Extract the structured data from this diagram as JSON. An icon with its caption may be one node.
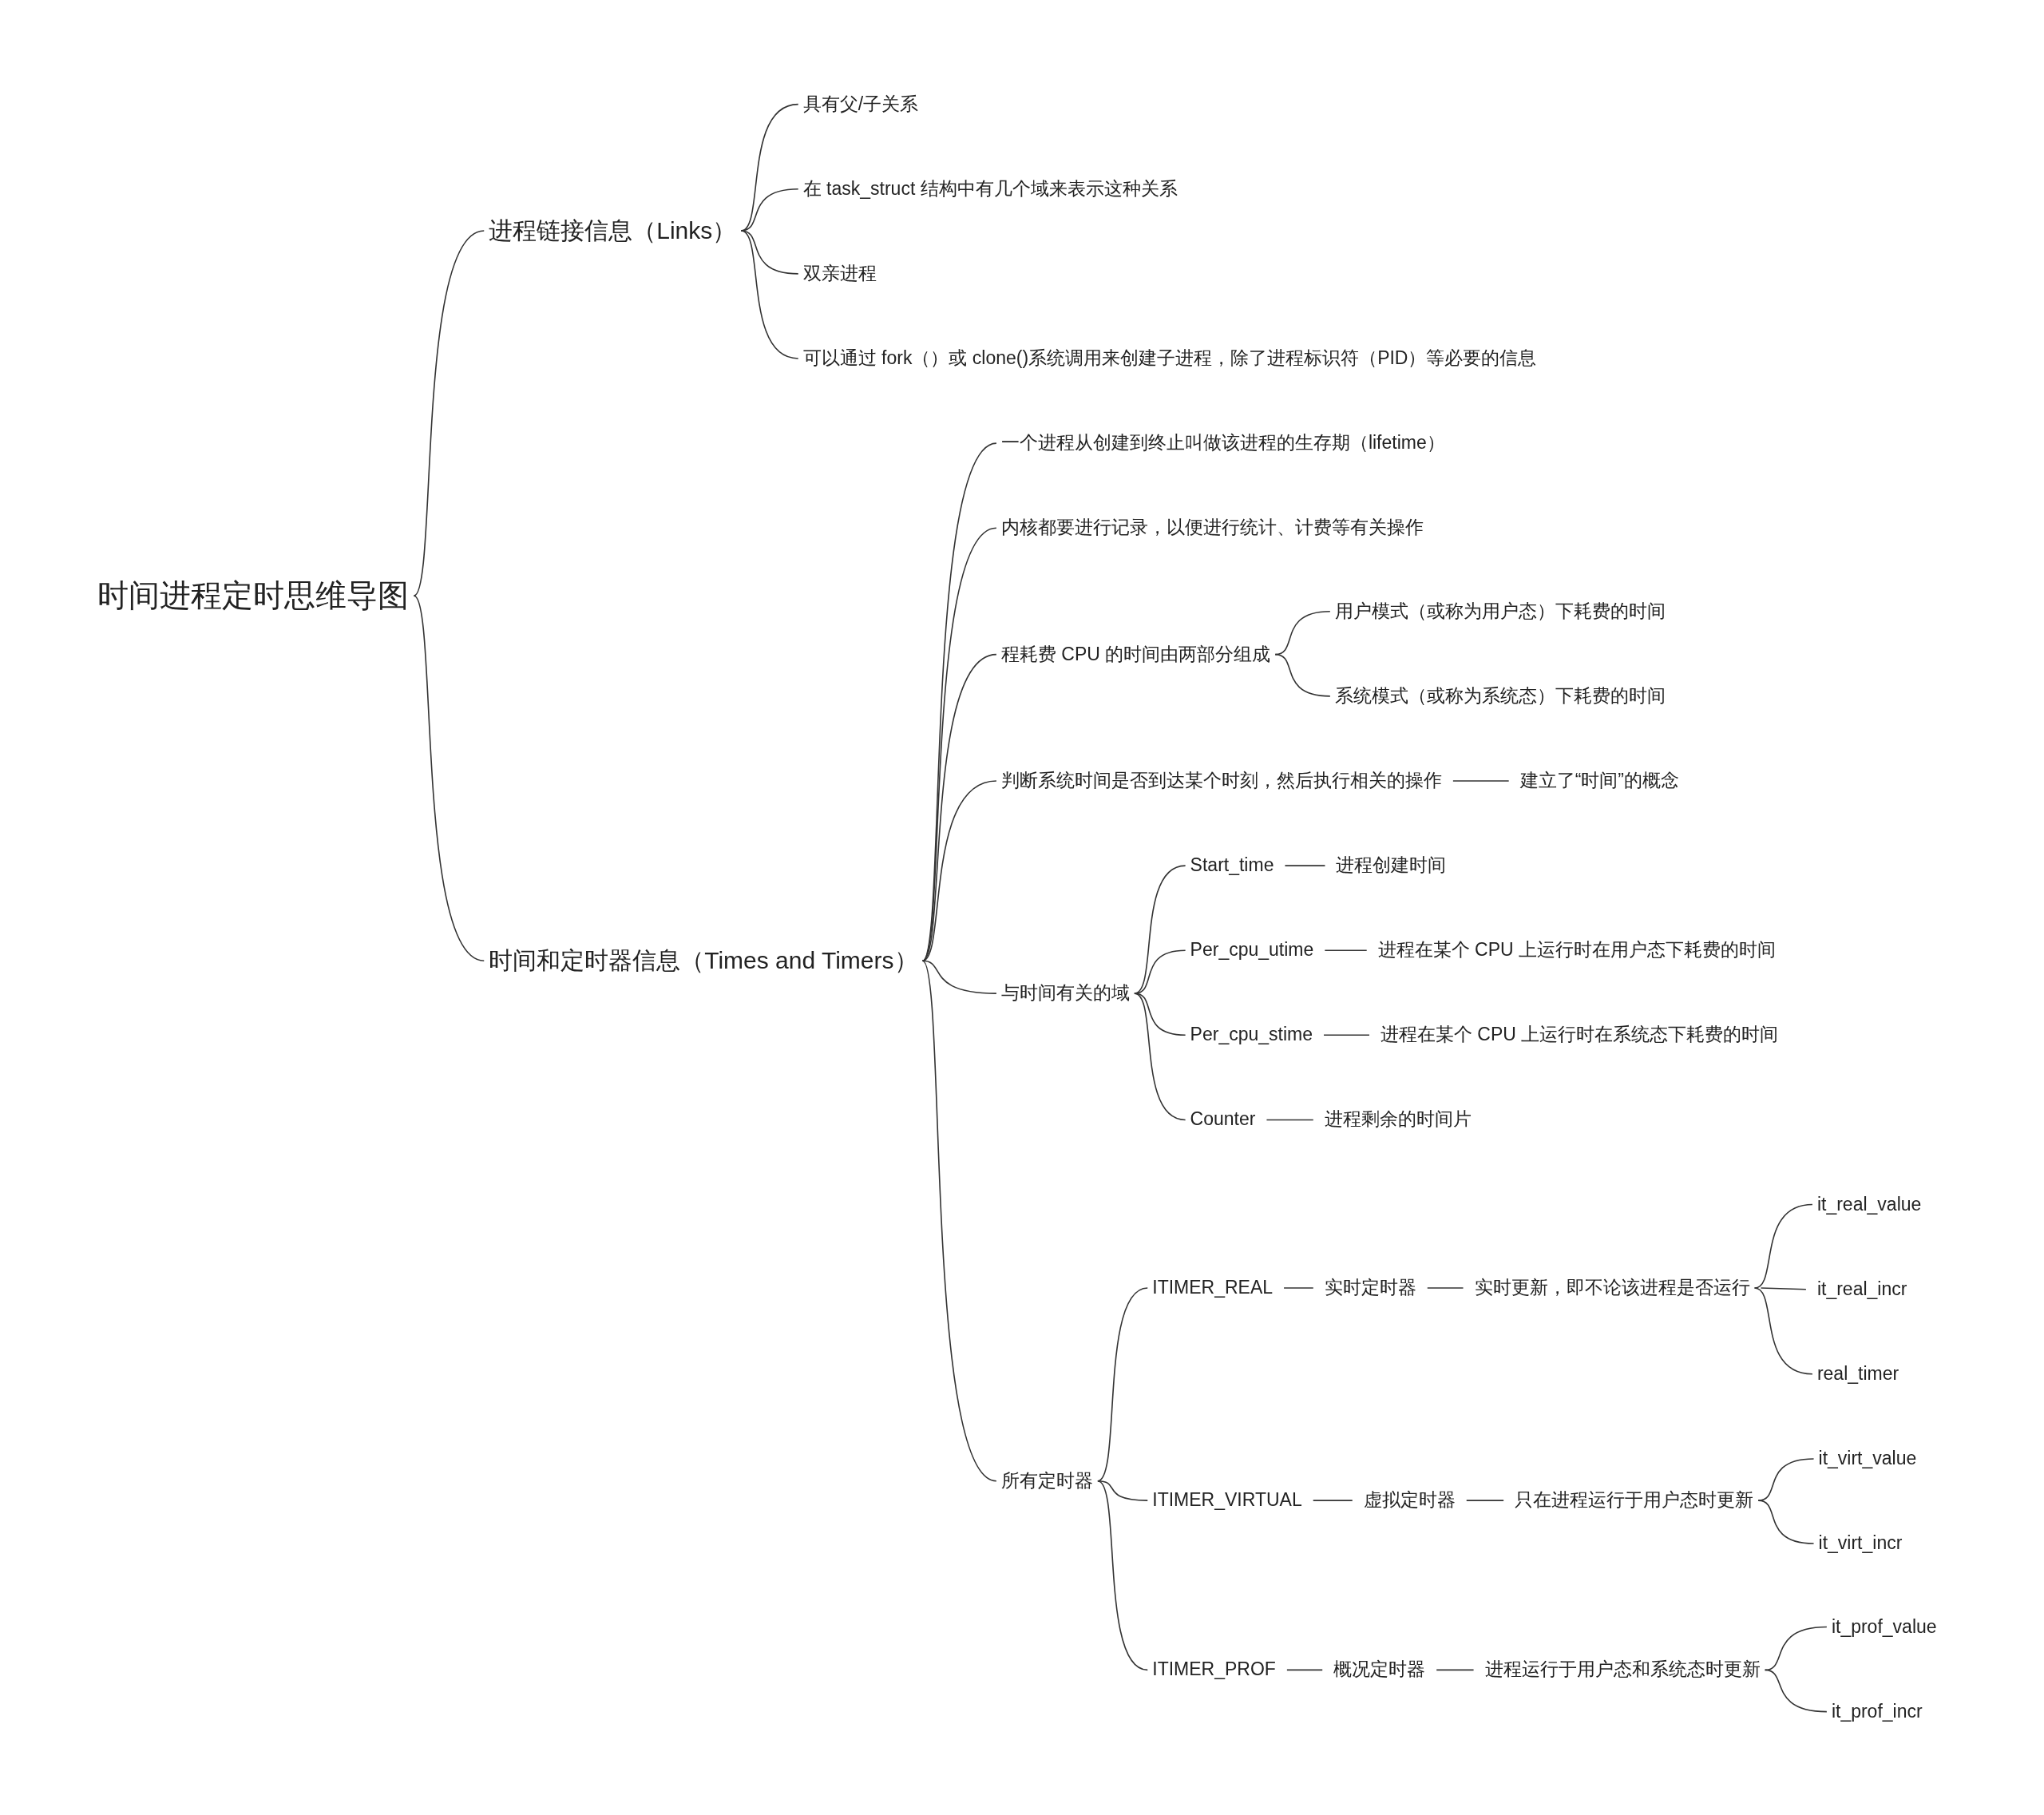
{
  "diagram": {
    "nodes": [
      {
        "text": [
          "时间进程定时思维导图"
        ]
      },
      {
        "text": [
          "进程链接信息（Links）"
        ]
      },
      {
        "text": [
          "具有父/子关系"
        ]
      },
      {
        "text": [
          "在 task_struct 结构中有几个域来表示这种关系"
        ]
      },
      {
        "text": [
          "双亲进程"
        ]
      },
      {
        "text": [
          "可以通过 fork（）或 clone()系统调用来创建子进程，除了进程标识符（PID）等必要的信息"
        ]
      },
      {
        "text": [
          "时间和定时器信息（Times and Timers）"
        ]
      },
      {
        "text": [
          "一个进程从创建到终止叫做该进程的生存期（lifetime）"
        ]
      },
      {
        "text": [
          "内核都要进行记录，以便进行统计、计费等有关操作"
        ]
      },
      {
        "text": [
          "程耗费 CPU 的时间由两部分组成"
        ]
      },
      {
        "text": [
          "用户模式（或称为用户态）下耗费的时间"
        ]
      },
      {
        "text": [
          "系统模式（或称为系统态）下耗费的时间"
        ]
      },
      {
        "text": [
          "判断系统时间是否到达某个时刻，然后执行相关的操作"
        ]
      },
      {
        "text": [
          "建立了“时间”的概念"
        ]
      },
      {
        "text": [
          "与时间有关的域"
        ]
      },
      {
        "text": [
          "Start_time"
        ]
      },
      {
        "text": [
          "进程创建时间"
        ]
      },
      {
        "text": [
          "Per_cpu_utime"
        ]
      },
      {
        "text": [
          "进程在某个 CPU 上运行时在用户态下耗费的时间"
        ]
      },
      {
        "text": [
          "Per_cpu_stime"
        ]
      },
      {
        "text": [
          "进程在某个 CPU 上运行时在系统态下耗费的时间"
        ]
      },
      {
        "text": [
          "Counter"
        ]
      },
      {
        "text": [
          "进程剩余的时间片"
        ]
      },
      {
        "text": [
          "所有定时器"
        ]
      },
      {
        "text": [
          "ITIMER_REAL"
        ]
      },
      {
        "text": [
          "实时定时器"
        ]
      },
      {
        "text": [
          "实时更新，即不论该进程是否运行"
        ]
      },
      {
        "text": [
          "it_real_value"
        ]
      },
      {
        "text": [
          "it_real_incr"
        ]
      },
      {
        "text": [
          "real_timer"
        ]
      },
      {
        "text": [
          "ITIMER_VIRTUAL"
        ]
      },
      {
        "text": [
          "虚拟定时器"
        ]
      },
      {
        "text": [
          "只在进程运行于用户态时更新"
        ]
      },
      {
        "text": [
          "it_virt_value"
        ]
      },
      {
        "text": [
          "it_virt_incr"
        ]
      },
      {
        "text": [
          "ITIMER_PROF"
        ]
      },
      {
        "text": [
          "概况定时器"
        ]
      },
      {
        "text": [
          "进程运行于用户态和系统态时更新"
        ]
      },
      {
        "text": [
          "it_prof_value"
        ]
      },
      {
        "text": [
          "it_prof_incr"
        ]
      }
    ],
    "edges": [
      {
        "from": 0,
        "to": 1,
        "arrow": "none"
      },
      {
        "from": 1,
        "to": 2,
        "arrow": "none"
      },
      {
        "from": 1,
        "to": 3,
        "arrow": "none"
      },
      {
        "from": 1,
        "to": 4,
        "arrow": "none"
      },
      {
        "from": 1,
        "to": 5,
        "arrow": "none"
      },
      {
        "from": 0,
        "to": 6,
        "arrow": "none"
      },
      {
        "from": 6,
        "to": 7,
        "arrow": "none"
      },
      {
        "from": 6,
        "to": 8,
        "arrow": "none"
      },
      {
        "from": 6,
        "to": 9,
        "arrow": "none"
      },
      {
        "from": 9,
        "to": 10,
        "arrow": "none"
      },
      {
        "from": 9,
        "to": 11,
        "arrow": "none"
      },
      {
        "from": 6,
        "to": 12,
        "arrow": "none"
      },
      {
        "from": 12,
        "to": 13,
        "arrow": "none"
      },
      {
        "from": 6,
        "to": 14,
        "arrow": "none"
      },
      {
        "from": 14,
        "to": 15,
        "arrow": "none"
      },
      {
        "from": 15,
        "to": 16,
        "arrow": "none"
      },
      {
        "from": 14,
        "to": 17,
        "arrow": "none"
      },
      {
        "from": 17,
        "to": 18,
        "arrow": "none"
      },
      {
        "from": 14,
        "to": 19,
        "arrow": "none"
      },
      {
        "from": 19,
        "to": 20,
        "arrow": "none"
      },
      {
        "from": 14,
        "to": 21,
        "arrow": "none"
      },
      {
        "from": 21,
        "to": 22,
        "arrow": "none"
      },
      {
        "from": 6,
        "to": 23,
        "arrow": "none"
      },
      {
        "from": 23,
        "to": 24,
        "arrow": "none"
      },
      {
        "from": 24,
        "to": 25,
        "arrow": "none"
      },
      {
        "from": 25,
        "to": 26,
        "arrow": "none"
      },
      {
        "from": 26,
        "to": 27,
        "arrow": "none"
      },
      {
        "from": 26,
        "to": 28,
        "arrow": "none"
      },
      {
        "from": 26,
        "to": 29,
        "arrow": "none"
      },
      {
        "from": 23,
        "to": 30,
        "arrow": "none"
      },
      {
        "from": 30,
        "to": 31,
        "arrow": "none"
      },
      {
        "from": 31,
        "to": 32,
        "arrow": "none"
      },
      {
        "from": 32,
        "to": 33,
        "arrow": "none"
      },
      {
        "from": 32,
        "to": 34,
        "arrow": "none"
      },
      {
        "from": 23,
        "to": 35,
        "arrow": "none"
      },
      {
        "from": 35,
        "to": 36,
        "arrow": "none"
      },
      {
        "from": 36,
        "to": 37,
        "arrow": "none"
      },
      {
        "from": 37,
        "to": 38,
        "arrow": "none"
      },
      {
        "from": 37,
        "to": 39,
        "arrow": "none"
      }
    ]
  }
}
